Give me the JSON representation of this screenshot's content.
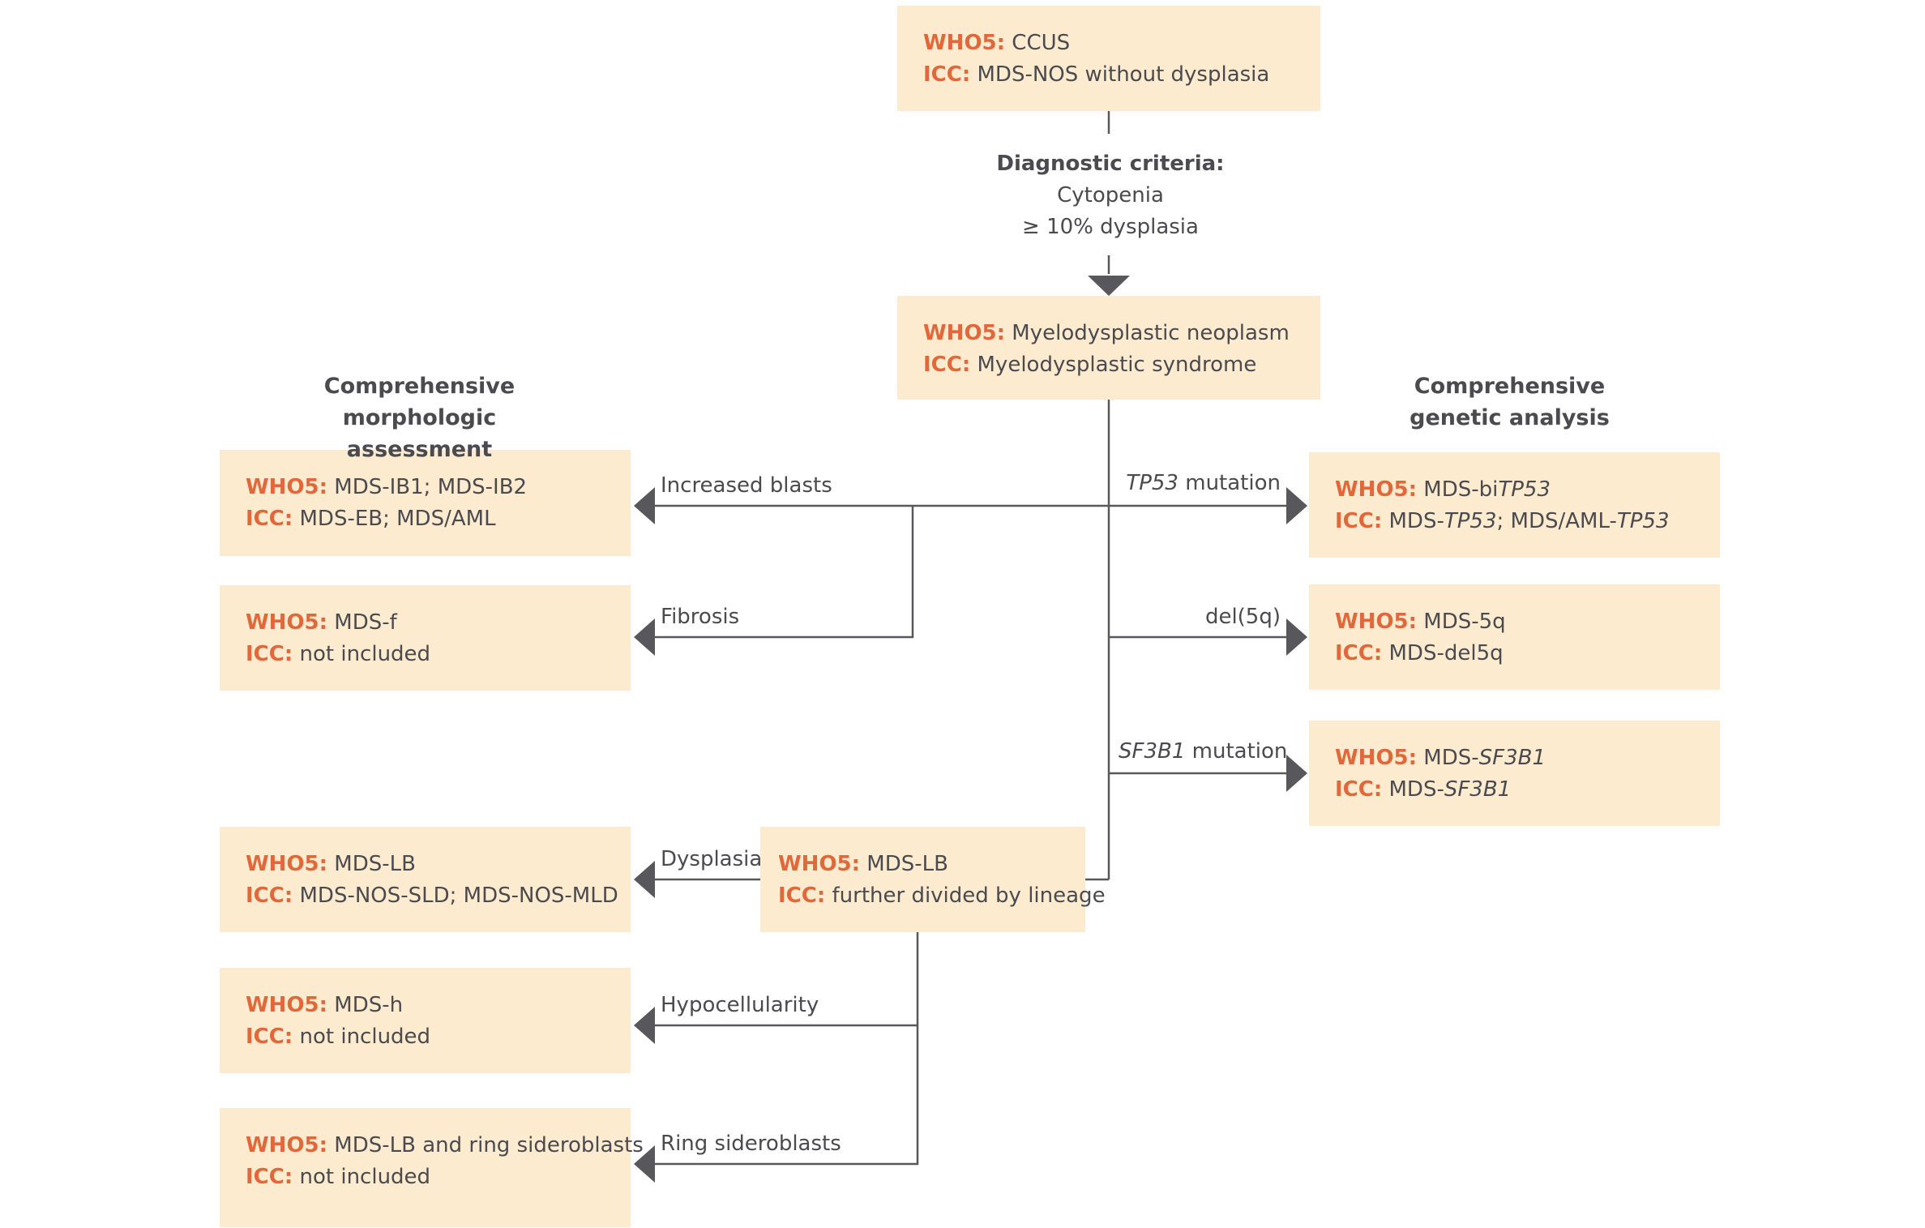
{
  "boxes": {
    "top": {
      "who5_tag": "WHO5:",
      "who5_text": "CCUS",
      "icc_tag": "ICC:",
      "icc_text": "MDS-NOS without dysplasia"
    },
    "mds": {
      "who5_tag": "WHO5:",
      "who5_text": "Myelodysplastic neoplasm",
      "icc_tag": "ICC:",
      "icc_text": "Myelodysplastic syndrome"
    },
    "ib": {
      "who5_tag": "WHO5:",
      "who5_text": "MDS-IB1; MDS-IB2",
      "icc_tag": "ICC:",
      "icc_text": "MDS-EB; MDS/AML"
    },
    "fibrosis": {
      "who5_tag": "WHO5:",
      "who5_text": "MDS-f",
      "icc_tag": "ICC:",
      "icc_text": "not included"
    },
    "lb_left": {
      "who5_tag": "WHO5:",
      "who5_text": "MDS-LB",
      "icc_tag": "ICC:",
      "icc_text": "MDS-NOS-SLD; MDS-NOS-MLD"
    },
    "hypo": {
      "who5_tag": "WHO5:",
      "who5_text": "MDS-h",
      "icc_tag": "ICC:",
      "icc_text": "not included"
    },
    "rs": {
      "who5_tag": "WHO5:",
      "who5_text": "MDS-LB and ring sideroblasts",
      "icc_tag": "ICC:",
      "icc_text": "not included"
    },
    "lb_center": {
      "who5_tag": "WHO5:",
      "who5_text": "MDS-LB",
      "icc_tag": "ICC:",
      "icc_text": "further divided by lineage"
    },
    "tp53": {
      "who5_tag": "WHO5:",
      "who5_pre": "MDS-bi",
      "who5_it": "TP53",
      "icc_tag": "ICC:",
      "icc_pre": "MDS-",
      "icc_it1": "TP53",
      "icc_mid": "; MDS/AML-",
      "icc_it2": "TP53"
    },
    "del5q": {
      "who5_tag": "WHO5:",
      "who5_text": "MDS-5q",
      "icc_tag": "ICC:",
      "icc_text": "MDS-del5q"
    },
    "sf3b1": {
      "who5_tag": "WHO5:",
      "who5_pre": "MDS-",
      "who5_it": "SF3B1",
      "icc_tag": "ICC:",
      "icc_pre": "MDS-",
      "icc_it": "SF3B1"
    }
  },
  "criteria": {
    "title": "Diagnostic criteria:",
    "line1": "Cytopenia",
    "line2": "≥ 10% dysplasia"
  },
  "headings": {
    "morph_line1": "Comprehensive",
    "morph_line2": "morphologic assessment",
    "gen_line1": "Comprehensive",
    "gen_line2": "genetic analysis"
  },
  "labels": {
    "increased_blasts": "Increased blasts",
    "fibrosis": "Fibrosis",
    "dysplasia": "Dysplasia",
    "hypocellularity": "Hypocellularity",
    "ring_sideroblasts": "Ring sideroblasts",
    "tp53_gene": "TP53",
    "tp53_rest": " mutation",
    "del5q": "del(5q)",
    "sf3b1_gene": "SF3B1",
    "sf3b1_rest": " mutation"
  },
  "colors": {
    "box_fill": "#fdebd0",
    "accent": "#e0683a",
    "text": "#4a4a4f",
    "connector": "#58585c"
  }
}
